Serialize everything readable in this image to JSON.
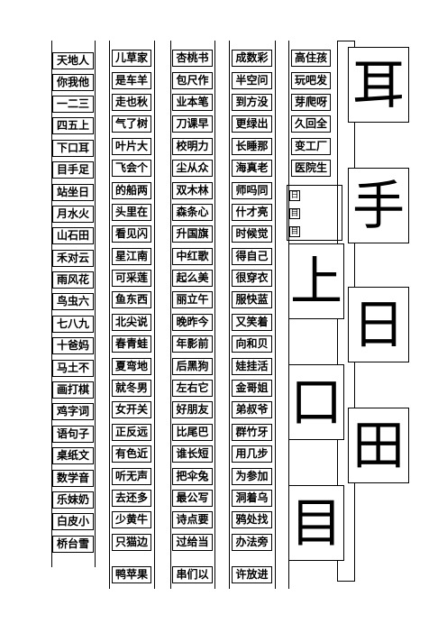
{
  "columns": [
    [
      "天地人",
      "你我他",
      "一二三",
      "四五上",
      "下口耳",
      "目手足",
      "站坐日",
      "月水火",
      "山石田",
      "禾对云",
      "雨风花",
      "鸟虫六",
      "七八九",
      "十爸妈",
      "马土不",
      "画打棋",
      "鸡字词",
      "语句子",
      "桌纸文",
      "数学音",
      "乐妹奶",
      "白皮小",
      "桥台雪"
    ],
    [
      "儿草家",
      "是车羊",
      "走也秋",
      "气了树",
      "叶片大",
      "飞会个",
      "的船两",
      "头里在",
      "看见闪",
      "星江南",
      "可采莲",
      "鱼东西",
      "北尖说",
      "春青蛙",
      "夏弯地",
      "就冬男",
      "女开关",
      "正反远",
      "有色近",
      "听无声",
      "去还多",
      "少黄牛",
      "只猫边",
      "鸭苹果"
    ],
    [
      "杏桃书",
      "包尺作",
      "业本笔",
      "刀课早",
      "校明力",
      "尘从众",
      "双木林",
      "森条心",
      "升国旗",
      "中红歌",
      "起么美",
      "丽立午",
      "晚昨今",
      "年影前",
      "后黑狗",
      "左右它",
      "好朋友",
      "比尾巴",
      "谁长短",
      "把伞兔",
      "最公写",
      "诗点要",
      "过给当",
      "串们以"
    ],
    [
      "成数彩",
      "半空问",
      "到方没",
      "更绿出",
      "长睡那",
      "海真老",
      "师吗同",
      "什才亮",
      "时候觉",
      "得自己",
      "很穿衣",
      "服快蓝",
      "又笑着",
      "向和贝",
      "娃挂活",
      "金哥姐",
      "弟叔爷",
      "群竹牙",
      "用几步",
      "为参加",
      "洞着乌",
      "鸦处找",
      "办法旁",
      "许放进"
    ],
    [
      "高住孩",
      "玩吧发",
      "芽爬呀",
      "久回全",
      "变工厂",
      "医院生"
    ]
  ],
  "small_boxes": [
    "日",
    "目",
    "目"
  ],
  "big_chars": [
    "耳",
    "手",
    "上",
    "日",
    "口",
    "田",
    "目"
  ]
}
